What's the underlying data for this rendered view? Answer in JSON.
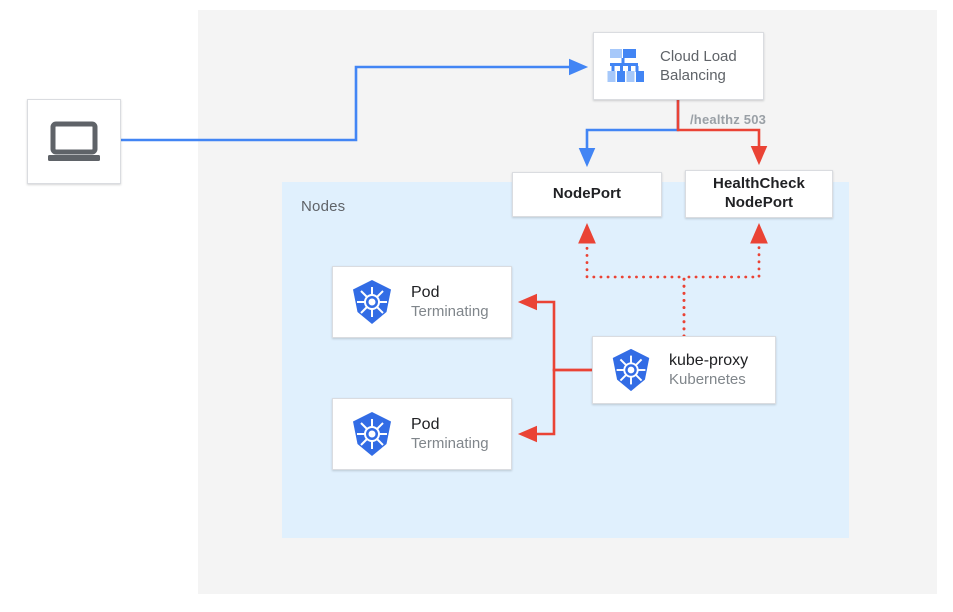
{
  "diagram": {
    "region_label": "Nodes",
    "edge_label_healthz": "/healthz 503",
    "colors": {
      "blue_wire": "#4285f4",
      "red_wire": "#ea4335",
      "nodes_region": "#e0f0fd",
      "gray_panel": "#f4f4f4",
      "k8s_blue": "#326ce5"
    }
  },
  "nodes": {
    "client": {
      "icon": "laptop-icon"
    },
    "load_balancer": {
      "title_line1": "Cloud Load",
      "title_line2": "Balancing",
      "icon": "cloud-load-balancing-icon"
    },
    "nodeport": {
      "label": "NodePort"
    },
    "healthcheck_nodeport": {
      "label_line1": "HealthCheck",
      "label_line2": "NodePort"
    },
    "pod1": {
      "name": "Pod",
      "status": "Terminating",
      "icon": "kubernetes-icon"
    },
    "pod2": {
      "name": "Pod",
      "status": "Terminating",
      "icon": "kubernetes-icon"
    },
    "kube_proxy": {
      "name": "kube-proxy",
      "platform": "Kubernetes",
      "icon": "kubernetes-icon"
    }
  }
}
